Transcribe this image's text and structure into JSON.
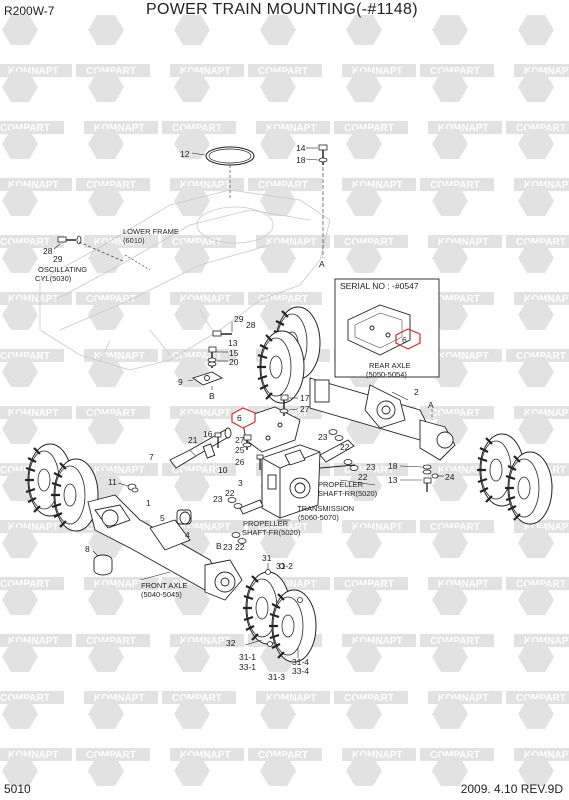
{
  "header": {
    "model": "R200W-7",
    "title": "POWER TRAIN MOUNTING(-#1148)"
  },
  "footer": {
    "page": "5010",
    "revision": "2009. 4.10  REV.9D"
  },
  "watermark": {
    "text_a": "KOMNAPT",
    "text_b": "COMPART",
    "color": "#e2e2e2"
  },
  "serial_box": {
    "title": "SERIAL NO : -#0547",
    "part": "6"
  },
  "captions": {
    "lower_frame": [
      "LOWER FRAME",
      "(6010)"
    ],
    "oscillating": [
      "OSCILLATING",
      "CYL(5030)"
    ],
    "rear_axle": [
      "REAR AXLE",
      "(5050-5054)"
    ],
    "propeller_rr": [
      "PROPELLER",
      "SHAFT-RR(5020)"
    ],
    "transmission": [
      "TRANSMISSION",
      "(5060-5070)"
    ],
    "propeller_fr": [
      "PROPELLER",
      "SHAFT-FR(5020)"
    ],
    "front_axle": [
      "FRONT AXLE",
      "(5040-5045)"
    ]
  },
  "callouts": {
    "p12": "12",
    "p14": "14",
    "p18a": "18",
    "refA1": "A",
    "p28": "28",
    "p29a": "29",
    "p29b": "29",
    "p28b": "28",
    "p13a": "13",
    "p15": "15",
    "p20": "20",
    "p9": "9",
    "refB1": "B",
    "p2": "2",
    "refA2": "A",
    "p6": "6",
    "p17": "17",
    "p27a": "27",
    "p21": "21",
    "p16": "16",
    "p10": "10",
    "p27b": "27",
    "p25": "25",
    "p26": "26",
    "p7": "7",
    "p23a": "23",
    "p22a": "22",
    "p23b": "23",
    "p22b": "22",
    "p18b": "18",
    "p13b": "13",
    "p24": "24",
    "p11": "11",
    "p3": "3",
    "p1": "1",
    "p23c": "23",
    "p22c": "22",
    "p5": "5",
    "p4": "4",
    "refB2": "B",
    "p23d": "23",
    "p22d": "22",
    "p8": "8",
    "p31": "31",
    "p31_2": "31-2",
    "p32": "32",
    "p31_1": "31-1",
    "p33_1": "33-1",
    "p31_4": "31-4",
    "p33_4": "33-4",
    "p31_3": "31-3"
  }
}
